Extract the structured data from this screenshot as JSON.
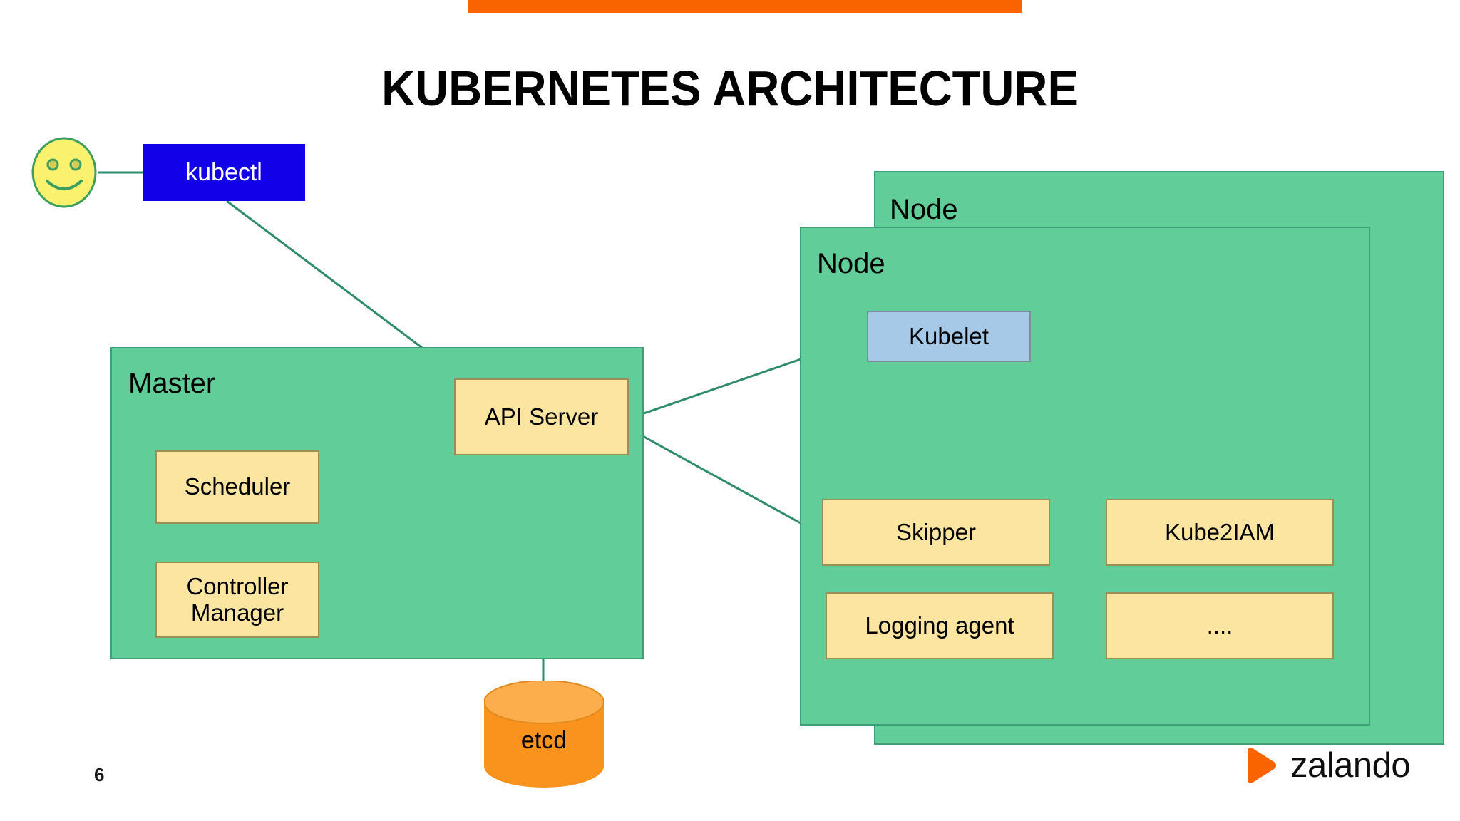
{
  "slide": {
    "title": "KUBERNETES ARCHITECTURE",
    "page_number": "6",
    "accent_color": "#F96400",
    "background_color": "#FFFFFF"
  },
  "brand": {
    "name": "zalando",
    "mark": "play-triangle-icon",
    "mark_color": "#F96400"
  },
  "actor": {
    "icon": "smiley-face-icon",
    "fill_color": "#FAF26E",
    "stroke_color": "#2E9E5B"
  },
  "client": {
    "label": "kubectl",
    "fill_color": "#1100E8",
    "text_color": "#FFFFFF"
  },
  "master": {
    "label": "Master",
    "fill_color": "#61CE9A",
    "border_color": "#3E9E78",
    "components": [
      {
        "label": "API Server"
      },
      {
        "label": "Scheduler"
      },
      {
        "label": "Controller\nManager",
        "line1": "Controller",
        "line2": "Manager"
      }
    ]
  },
  "datastore": {
    "label": "etcd",
    "shape": "cylinder",
    "fill_color": "#F9931E",
    "top_color": "#FBAE4B"
  },
  "nodes": [
    {
      "label": "Node"
    },
    {
      "label": "Node"
    }
  ],
  "node_components": {
    "kubelet": {
      "label": "Kubelet",
      "fill_color": "#A6C9E8"
    },
    "addons": [
      {
        "label": "Skipper"
      },
      {
        "label": "Kube2IAM"
      },
      {
        "label": "Logging agent"
      },
      {
        "label": "...."
      }
    ]
  },
  "connectors": {
    "line_color": "#2E8B6E",
    "edges": [
      {
        "from": "user",
        "to": "kubectl"
      },
      {
        "from": "kubectl",
        "to": "api-server"
      },
      {
        "from": "scheduler",
        "to": "api-server"
      },
      {
        "from": "controller-manager",
        "to": "api-server"
      },
      {
        "from": "api-server",
        "to": "etcd"
      },
      {
        "from": "api-server",
        "to": "kubelet"
      },
      {
        "from": "api-server",
        "to": "skipper"
      }
    ]
  }
}
